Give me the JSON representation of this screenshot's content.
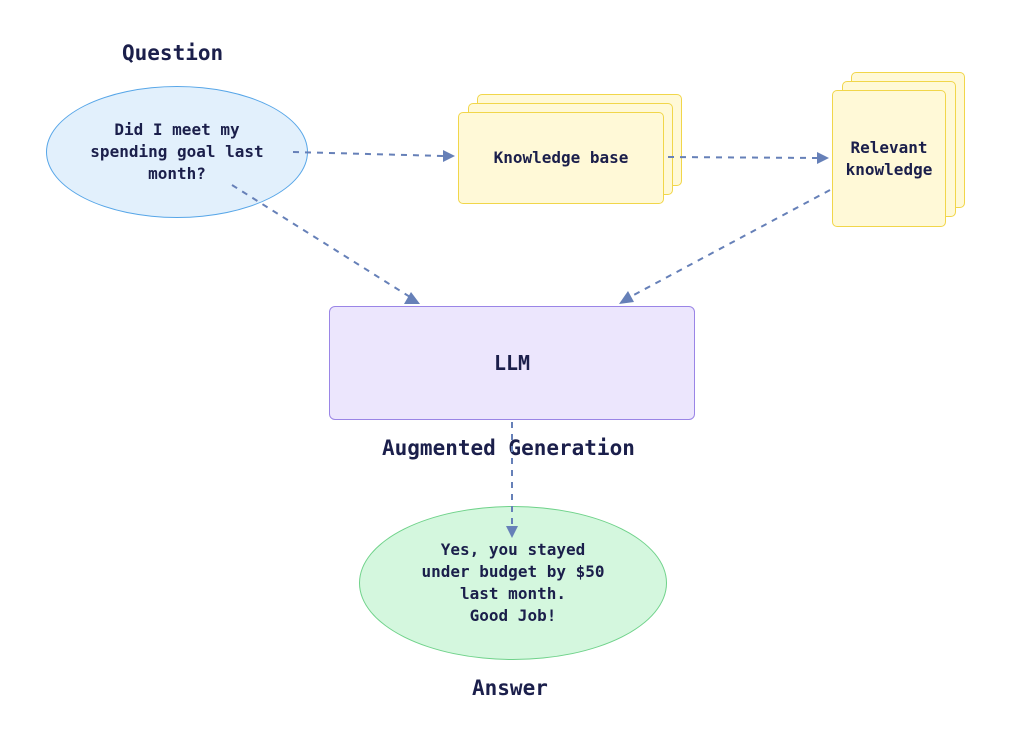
{
  "question": {
    "heading": "Question",
    "text": "Did I meet my\nspending goal last\nmonth?"
  },
  "knowledge_base": {
    "label": "Knowledge base"
  },
  "relevant_knowledge": {
    "label": "Relevant\nknowledge"
  },
  "llm": {
    "label": "LLM",
    "caption": "Augmented Generation"
  },
  "answer": {
    "heading": "Answer",
    "text": "Yes, you stayed\nunder budget by $50\nlast month.\nGood Job!"
  },
  "colors": {
    "question_fill": "#e2f0fc",
    "question_border": "#57a6e8",
    "knowledge_fill": "#fff9d7",
    "knowledge_border": "#f1d64a",
    "llm_fill": "#ece6fd",
    "llm_border": "#9a85e6",
    "answer_fill": "#d4f7de",
    "answer_border": "#6fd28a",
    "arrow": "#6680b8",
    "text": "#1b1f4b"
  }
}
